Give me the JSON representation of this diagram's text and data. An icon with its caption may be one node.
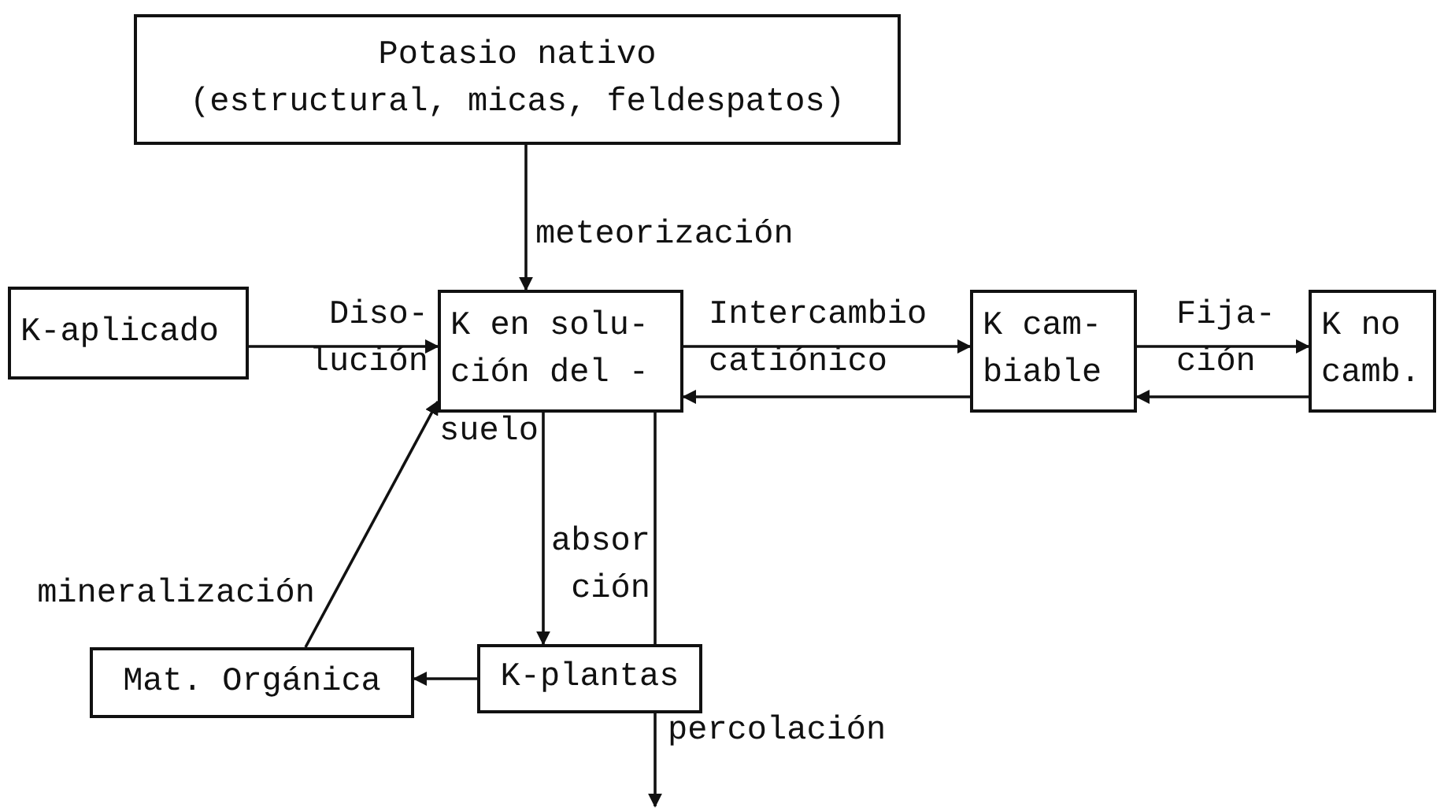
{
  "diagram": {
    "nodes": [
      {
        "text": [
          "Potasio nativo",
          "(estructural, micas, feldespatos)"
        ]
      },
      {
        "text": [
          "K-aplicado"
        ]
      },
      {
        "text": [
          "K en solu- ción del -"
        ],
        "beside": [
          "suelo"
        ]
      },
      {
        "text": [
          "K cam- biable"
        ]
      },
      {
        "text": [
          "K no camb."
        ]
      },
      {
        "text": [
          "Mat. Orgánica"
        ]
      },
      {
        "text": [
          "K-plantas"
        ]
      }
    ],
    "edges": [
      {
        "from": 0,
        "to": 2,
        "arrow": "to",
        "label": "meteorización"
      },
      {
        "from": 1,
        "to": 2,
        "arrow": "to",
        "label": "Diso- lución"
      },
      {
        "from": 2,
        "to": 3,
        "arrow": "to",
        "label": "Intercambio catiónico"
      },
      {
        "from": 3,
        "to": 2,
        "arrow": "to"
      },
      {
        "from": 3,
        "to": 4,
        "arrow": "to",
        "label": "Fija- ción"
      },
      {
        "from": 4,
        "to": 3,
        "arrow": "to"
      },
      {
        "from": 2,
        "to": 6,
        "arrow": "to",
        "label": "absor ción"
      },
      {
        "from": 2,
        "to": 6,
        "arrow": "none"
      },
      {
        "from": 6,
        "to": null,
        "arrow": "to",
        "label": "percolación"
      },
      {
        "from": 6,
        "to": 5,
        "arrow": "to"
      },
      {
        "from": 5,
        "to": 2,
        "arrow": "to",
        "label": "mineralización"
      }
    ]
  }
}
